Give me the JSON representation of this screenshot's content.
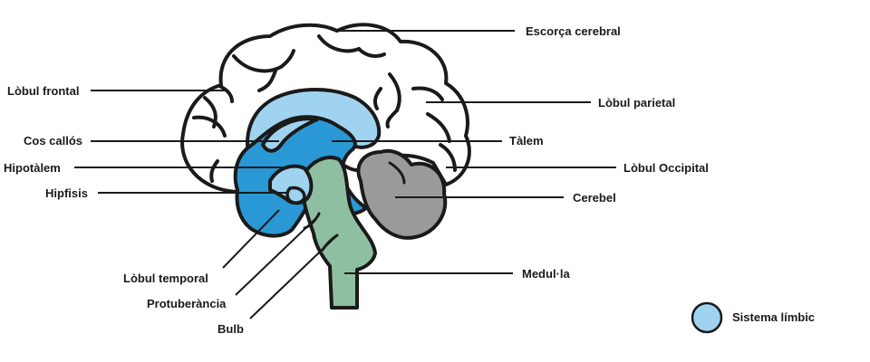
{
  "diagram": {
    "labels": {
      "cortex": "Escorça cerebral",
      "frontal": "Lòbul frontal",
      "parietal": "Lòbul parietal",
      "callosum": "Cos callós",
      "thalamus": "Tàlem",
      "hypothalamus": "Hipotàlem",
      "occipital": "Lòbul Occipital",
      "pituitary": "Hipfisis",
      "cerebellum": "Cerebel",
      "temporal": "Lòbul temporal",
      "medulla_spinal": "Medul·la",
      "pons": "Protuberància",
      "bulb": "Bulb"
    },
    "legend": {
      "label": "Sistema límbic"
    },
    "colors": {
      "outline": "#1a1a1a",
      "cortex": "#ffffff",
      "limbic_light": "#9fd3ef",
      "limbic_mid": "#2a98d5",
      "brainstem": "#8fbfa2",
      "cerebellum": "#9a9a9a",
      "leader_line": "#1a1a1a"
    }
  }
}
